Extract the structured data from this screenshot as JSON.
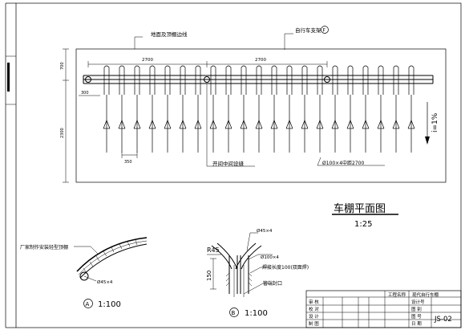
{
  "plan": {
    "label_edge": "地面及顶棚边线",
    "label_support": "自行车支架",
    "label_support_tag": "F",
    "label_seam": "开间中间设缝",
    "label_pipe": "Ø100×4中距2700",
    "dim_top_1": "2700",
    "dim_top_2": "2700",
    "dim_left_top": "700",
    "dim_left_main": "2300",
    "dim_left_small": "300",
    "dim_spacing": "350",
    "slope": "i=1%"
  },
  "title": {
    "main": "车棚平面图",
    "scale": "1:25"
  },
  "detail_a": {
    "label_roof": "厂家制作安装轻型顶棚",
    "label_pipe": "Ø45×4",
    "mark": "A",
    "scale": "1:100"
  },
  "detail_b": {
    "label_pipe_top": "Ø45×4",
    "label_pipe_main": "Ø100×4",
    "label_weld": "焊接长度100(双面焊)",
    "label_seal": "管端封口",
    "dim_radius": "R45",
    "dim_height": "150",
    "mark": "B",
    "scale": "1:100"
  },
  "title_block": {
    "project_label": "工程名称",
    "project_value": "现代自行车棚",
    "rows_left": [
      "审  核",
      "校  对",
      "设  计",
      "制  图"
    ],
    "rows_right": [
      "设计号",
      "图  别",
      "图  号",
      "日  期"
    ],
    "drawing_no": "JS-02"
  }
}
